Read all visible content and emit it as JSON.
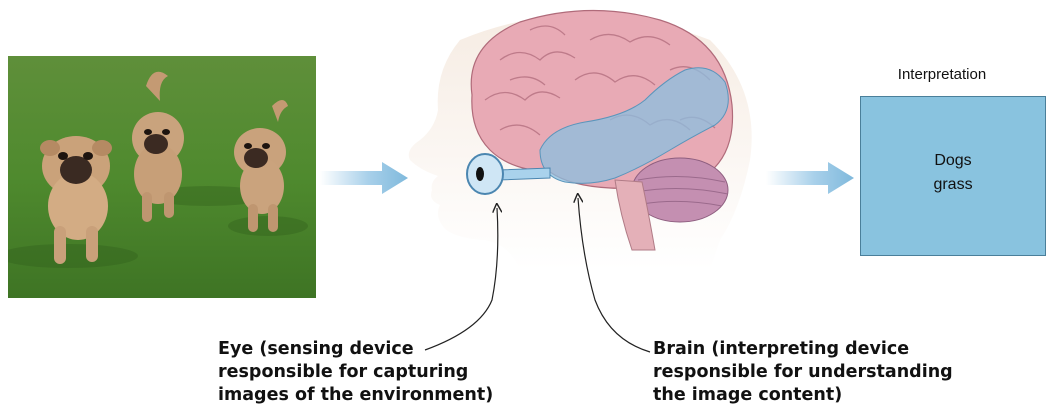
{
  "photo": {
    "subject": "three puppies running on grass"
  },
  "interpretation": {
    "title": "Interpretation",
    "lines": [
      "Dogs",
      "grass"
    ],
    "box_color": "#89c3df"
  },
  "eye_label": {
    "lines": [
      "Eye (sensing device",
      "responsible for capturing",
      "images of the environment)"
    ]
  },
  "brain_label": {
    "lines": [
      "Brain (interpreting device",
      "responsible for understanding",
      "the image content)"
    ]
  },
  "colors": {
    "arrow": "#7fb9dc",
    "brain": "#e7aab4",
    "highlight": "#8bbfe0",
    "cerebellum": "#c28fb1",
    "skin": "#f3e3d6"
  }
}
